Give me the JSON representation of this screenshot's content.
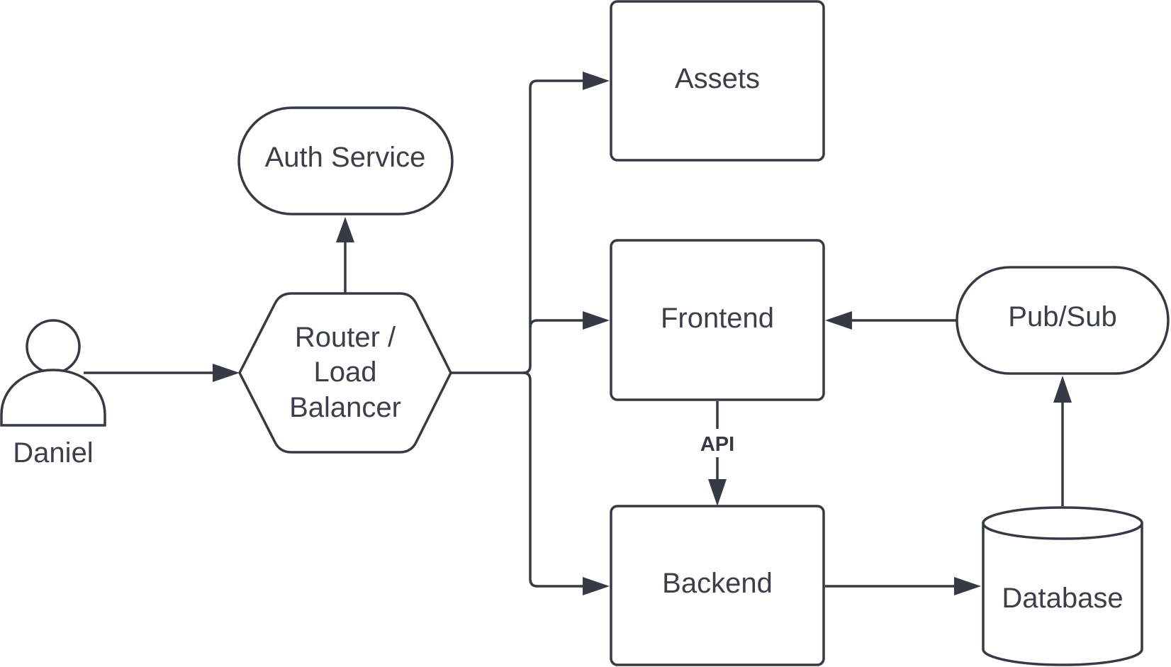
{
  "diagram": {
    "nodes": {
      "user": {
        "label": "Daniel",
        "shape": "actor"
      },
      "router": {
        "lines": [
          "Router /",
          "Load",
          "Balancer"
        ],
        "shape": "hexagon"
      },
      "auth": {
        "label": "Auth Service",
        "shape": "stadium"
      },
      "assets": {
        "label": "Assets",
        "shape": "rectangle"
      },
      "frontend": {
        "label": "Frontend",
        "shape": "rectangle"
      },
      "backend": {
        "label": "Backend",
        "shape": "rectangle"
      },
      "pubsub": {
        "label": "Pub/Sub",
        "shape": "stadium"
      },
      "database": {
        "label": "Database",
        "shape": "cylinder"
      }
    },
    "edges": [
      {
        "from": "user",
        "to": "router"
      },
      {
        "from": "router",
        "to": "auth"
      },
      {
        "from": "router",
        "to": "assets"
      },
      {
        "from": "router",
        "to": "frontend"
      },
      {
        "from": "router",
        "to": "backend"
      },
      {
        "from": "frontend",
        "to": "backend",
        "label": "API"
      },
      {
        "from": "pubsub",
        "to": "frontend"
      },
      {
        "from": "backend",
        "to": "database"
      },
      {
        "from": "database",
        "to": "pubsub"
      }
    ],
    "edge_labels": {
      "api": "API"
    },
    "colors": {
      "stroke": "#353a44",
      "text": "#3a3f49",
      "fill": "#ffffff"
    }
  }
}
